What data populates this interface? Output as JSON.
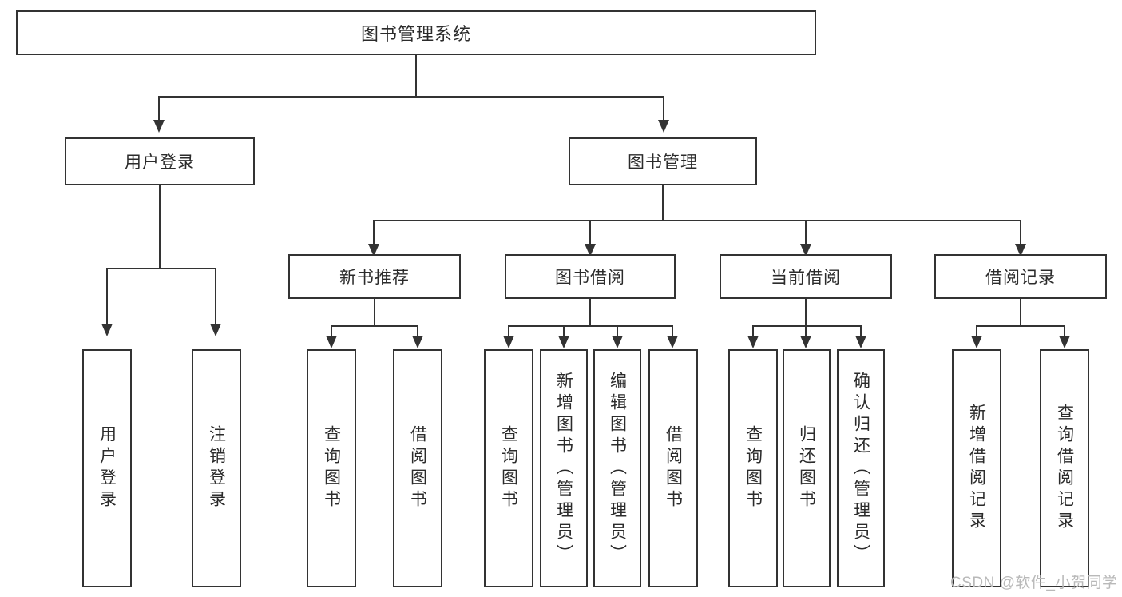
{
  "diagram": {
    "title": "图书管理系统",
    "watermark": "CSDN @软件_小贺同学",
    "accent_color": "#333333",
    "text_color": "#2b2b2b",
    "background_color": "#ffffff",
    "watermark_color": "#b9b9b9"
  },
  "chart_data": {
    "type": "diagram",
    "layout": "top-down-tree",
    "title": "图书管理系统",
    "root": {
      "label": "图书管理系统",
      "children": [
        {
          "label": "用户登录",
          "children": [
            {
              "label": "用户登录"
            },
            {
              "label": "注销登录"
            }
          ]
        },
        {
          "label": "图书管理",
          "children": [
            {
              "label": "新书推荐",
              "children": [
                {
                  "label": "查询图书"
                },
                {
                  "label": "借阅图书"
                }
              ]
            },
            {
              "label": "图书借阅",
              "children": [
                {
                  "label": "查询图书"
                },
                {
                  "label": "新增图书（管理员）"
                },
                {
                  "label": "编辑图书（管理员）"
                },
                {
                  "label": "借阅图书"
                }
              ]
            },
            {
              "label": "当前借阅",
              "children": [
                {
                  "label": "查询图书"
                },
                {
                  "label": "归还图书"
                },
                {
                  "label": "确认归还（管理员）"
                }
              ]
            },
            {
              "label": "借阅记录",
              "children": [
                {
                  "label": "新增借阅记录"
                },
                {
                  "label": "查询借阅记录"
                }
              ]
            }
          ]
        }
      ]
    }
  },
  "nodes": {
    "root": "图书管理系统",
    "user_login": "用户登录",
    "book_manage": "图书管理",
    "new_book_rec": "新书推荐",
    "book_borrow": "图书借阅",
    "current_borrow": "当前借阅",
    "borrow_record": "借阅记录",
    "leaf_user_login": "用户登录",
    "leaf_logout": "注销登录",
    "leaf_rec_query": "查询图书",
    "leaf_rec_borrow": "借阅图书",
    "leaf_bb_query": "查询图书",
    "leaf_bb_add": "新增图书（管理员）",
    "leaf_bb_edit": "编辑图书（管理员）",
    "leaf_bb_borrow": "借阅图书",
    "leaf_cb_query": "查询图书",
    "leaf_cb_return": "归还图书",
    "leaf_cb_confirm": "确认归还（管理员）",
    "leaf_br_add": "新增借阅记录",
    "leaf_br_query": "查询借阅记录"
  }
}
